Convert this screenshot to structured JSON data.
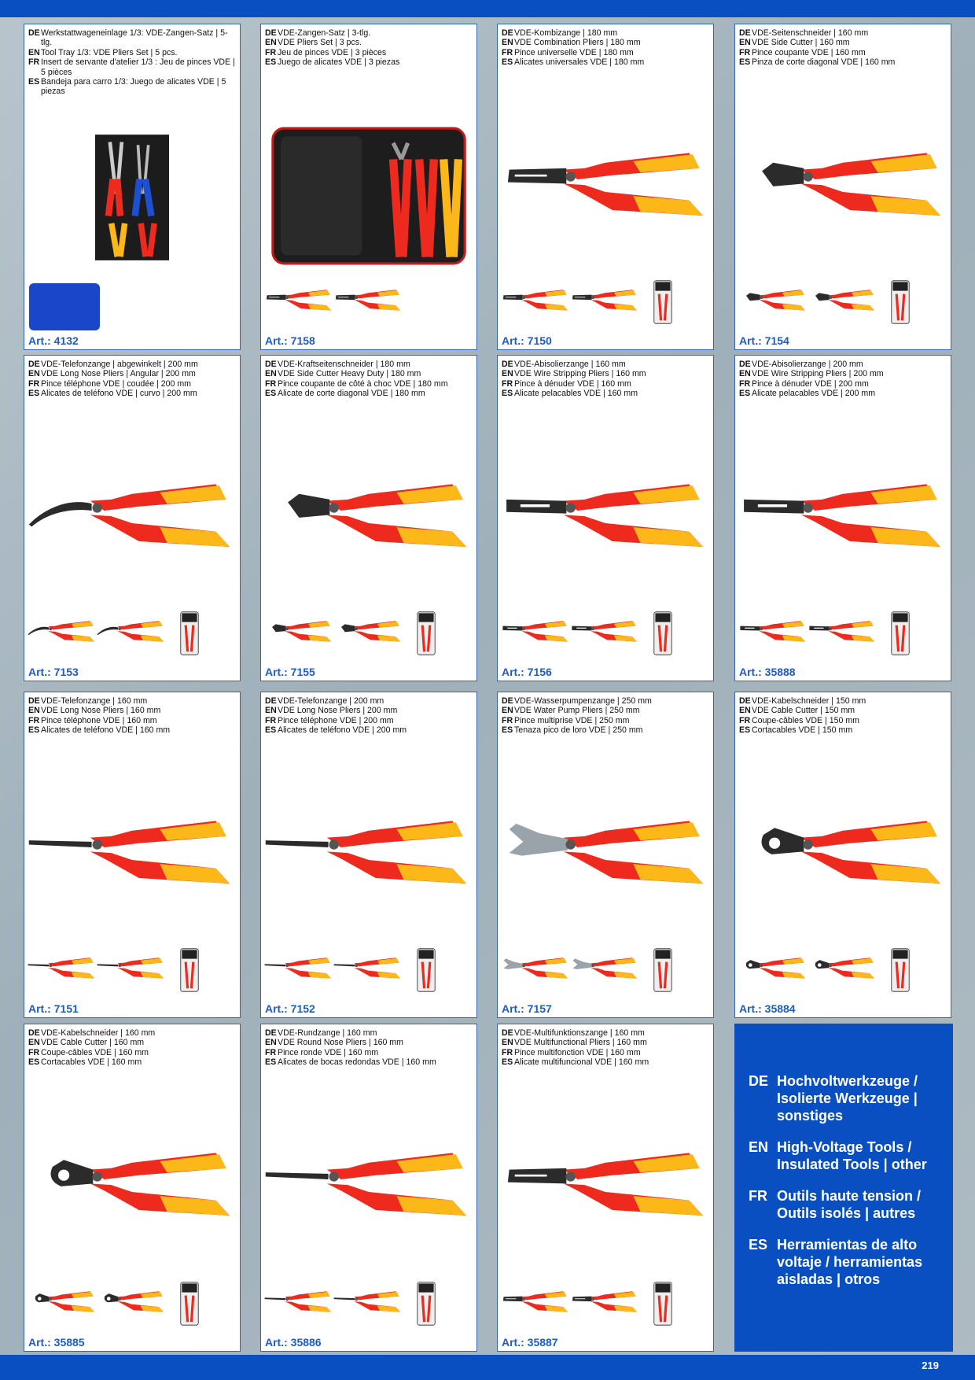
{
  "page_number": "219",
  "cards": [
    {
      "art": "Art.: 4132",
      "kind": "tray",
      "lines": [
        {
          "code": "DE",
          "text": "Werkstattwageneinlage 1/3: VDE-Zangen-Satz | 5-tlg."
        },
        {
          "code": "EN",
          "text": "Tool Tray 1/3: VDE Pliers Set | 5 pcs."
        },
        {
          "code": "FR",
          "text": "Insert de servante d'atelier 1/3 : Jeu de pinces VDE | 5 pièces"
        },
        {
          "code": "ES",
          "text": "Bandeja para carro 1/3: Juego de alicates VDE | 5 piezas"
        }
      ]
    },
    {
      "art": "Art.: 7158",
      "kind": "pouch",
      "lines": [
        {
          "code": "DE",
          "text": "VDE-Zangen-Satz | 3-tlg."
        },
        {
          "code": "EN",
          "text": "VDE Pliers Set | 3 pcs."
        },
        {
          "code": "FR",
          "text": "Jeu de pinces VDE | 3 pièces"
        },
        {
          "code": "ES",
          "text": "Juego de alicates VDE | 3 piezas"
        }
      ]
    },
    {
      "art": "Art.: 7150",
      "kind": "combo",
      "lines": [
        {
          "code": "DE",
          "text": "VDE-Kombizange | 180 mm"
        },
        {
          "code": "EN",
          "text": "VDE Combination Pliers | 180 mm"
        },
        {
          "code": "FR",
          "text": "Pince universelle VDE | 180 mm"
        },
        {
          "code": "ES",
          "text": "Alicates universales VDE | 180 mm"
        }
      ]
    },
    {
      "art": "Art.: 7154",
      "kind": "cutter",
      "lines": [
        {
          "code": "DE",
          "text": "VDE-Seitenschneider | 160 mm"
        },
        {
          "code": "EN",
          "text": "VDE Side Cutter | 160 mm"
        },
        {
          "code": "FR",
          "text": "Pince coupante VDE | 160 mm"
        },
        {
          "code": "ES",
          "text": "Pinza de corte diagonal VDE | 160 mm"
        }
      ]
    },
    {
      "art": "Art.: 7153",
      "kind": "bent",
      "lines": [
        {
          "code": "DE",
          "text": "VDE-Telefonzange | abgewinkelt | 200 mm"
        },
        {
          "code": "EN",
          "text": "VDE Long Nose Pliers | Angular | 200 mm"
        },
        {
          "code": "FR",
          "text": "Pince téléphone VDE | coudée | 200 mm"
        },
        {
          "code": "ES",
          "text": "Alicates de teléfono VDE | curvo | 200 mm"
        }
      ]
    },
    {
      "art": "Art.: 7155",
      "kind": "cutter",
      "lines": [
        {
          "code": "DE",
          "text": "VDE-Kraftseitenschneider | 180 mm"
        },
        {
          "code": "EN",
          "text": "VDE Side Cutter Heavy Duty | 180 mm"
        },
        {
          "code": "FR",
          "text": "Pince coupante de côté à choc VDE | 180 mm"
        },
        {
          "code": "ES",
          "text": "Alicate de corte diagonal VDE | 180 mm"
        }
      ]
    },
    {
      "art": "Art.: 7156",
      "kind": "strip",
      "lines": [
        {
          "code": "DE",
          "text": "VDE-Abisolierzange | 160 mm"
        },
        {
          "code": "EN",
          "text": "VDE Wire Stripping Pliers | 160 mm"
        },
        {
          "code": "FR",
          "text": "Pince à dénuder VDE | 160 mm"
        },
        {
          "code": "ES",
          "text": "Alicate pelacables VDE | 160 mm"
        }
      ]
    },
    {
      "art": "Art.: 35888",
      "kind": "strip",
      "lines": [
        {
          "code": "DE",
          "text": "VDE-Abisolierzange | 200 mm"
        },
        {
          "code": "EN",
          "text": "VDE Wire Stripping Pliers | 200 mm"
        },
        {
          "code": "FR",
          "text": "Pince à dénuder VDE | 200 mm"
        },
        {
          "code": "ES",
          "text": "Alicate pelacables VDE | 200 mm"
        }
      ]
    },
    {
      "art": "Art.: 7151",
      "kind": "long",
      "lines": [
        {
          "code": "DE",
          "text": "VDE-Telefonzange | 160 mm"
        },
        {
          "code": "EN",
          "text": "VDE Long Nose Pliers | 160 mm"
        },
        {
          "code": "FR",
          "text": "Pince téléphone VDE | 160 mm"
        },
        {
          "code": "ES",
          "text": "Alicates de teléfono VDE | 160 mm"
        }
      ]
    },
    {
      "art": "Art.: 7152",
      "kind": "long",
      "lines": [
        {
          "code": "DE",
          "text": "VDE-Telefonzange | 200 mm"
        },
        {
          "code": "EN",
          "text": "VDE Long Nose Pliers | 200 mm"
        },
        {
          "code": "FR",
          "text": "Pince téléphone VDE | 200 mm"
        },
        {
          "code": "ES",
          "text": "Alicates de teléfono VDE | 200 mm"
        }
      ]
    },
    {
      "art": "Art.: 7157",
      "kind": "pump",
      "lines": [
        {
          "code": "DE",
          "text": "VDE-Wasserpumpenzange | 250 mm"
        },
        {
          "code": "EN",
          "text": "VDE Water Pump Pliers | 250 mm"
        },
        {
          "code": "FR",
          "text": "Pince multiprise VDE | 250 mm"
        },
        {
          "code": "ES",
          "text": "Tenaza pico de loro VDE | 250 mm"
        }
      ]
    },
    {
      "art": "Art.: 35884",
      "kind": "cable",
      "lines": [
        {
          "code": "DE",
          "text": "VDE-Kabelschneider | 150 mm"
        },
        {
          "code": "EN",
          "text": "VDE Cable Cutter | 150 mm"
        },
        {
          "code": "FR",
          "text": "Coupe-câbles VDE | 150 mm"
        },
        {
          "code": "ES",
          "text": "Cortacables VDE | 150 mm"
        }
      ]
    },
    {
      "art": "Art.: 35885",
      "kind": "cable",
      "lines": [
        {
          "code": "DE",
          "text": "VDE-Kabelschneider | 160 mm"
        },
        {
          "code": "EN",
          "text": "VDE Cable Cutter | 160 mm"
        },
        {
          "code": "FR",
          "text": "Coupe-câbles VDE | 160 mm"
        },
        {
          "code": "ES",
          "text": "Cortacables VDE | 160 mm"
        }
      ]
    },
    {
      "art": "Art.: 35886",
      "kind": "long",
      "lines": [
        {
          "code": "DE",
          "text": "VDE-Rundzange | 160 mm"
        },
        {
          "code": "EN",
          "text": "VDE Round Nose Pliers | 160 mm"
        },
        {
          "code": "FR",
          "text": "Pince ronde VDE | 160 mm"
        },
        {
          "code": "ES",
          "text": "Alicates de bocas redondas VDE | 160 mm"
        }
      ]
    },
    {
      "art": "Art.: 35887",
      "kind": "combo",
      "lines": [
        {
          "code": "DE",
          "text": "VDE-Multifunktionszange | 160 mm"
        },
        {
          "code": "EN",
          "text": "VDE Multifunctional Pliers | 160 mm"
        },
        {
          "code": "FR",
          "text": "Pince multifonction VDE | 160 mm"
        },
        {
          "code": "ES",
          "text": "Alicate multifuncional VDE | 160 mm"
        }
      ]
    }
  ],
  "category_box": [
    {
      "code": "DE",
      "text": "Hochvoltwerkzeuge / Isolierte Werkzeuge | sonstiges"
    },
    {
      "code": "EN",
      "text": "High-Voltage Tools / Insulated Tools | other"
    },
    {
      "code": "FR",
      "text": "Outils haute tension / Outils isolés | autres"
    },
    {
      "code": "ES",
      "text": "Herramientas de alto voltaje / herramientas aisladas | otros"
    }
  ],
  "colors": {
    "brand_blue": "#0a4fc2",
    "art_blue": "#1f5bc6",
    "handle_red": "#ee2a1f",
    "handle_yellow": "#fbb818",
    "steel": "#2b2b2b"
  },
  "icons": [
    "pliers-icon",
    "tool-tray-icon",
    "tool-pouch-icon",
    "blister-pack-icon"
  ]
}
